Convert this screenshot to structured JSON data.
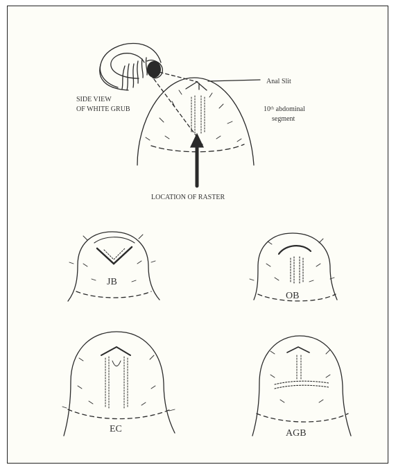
{
  "labels": {
    "anal_slit": "Anal Slit",
    "segment_line1": "10ᵗʰ abdominal",
    "segment_line2": "segment",
    "side_view_line1": "SIDE VIEW",
    "side_view_line2": "OF WHITE GRUB",
    "location": "LOCATION OF RASTER",
    "jb": "JB",
    "ob": "OB",
    "ec": "EC",
    "agb": "AGB"
  },
  "colors": {
    "ink": "#2a2a2a",
    "background": "#fdfdf7",
    "border": "#222222"
  }
}
